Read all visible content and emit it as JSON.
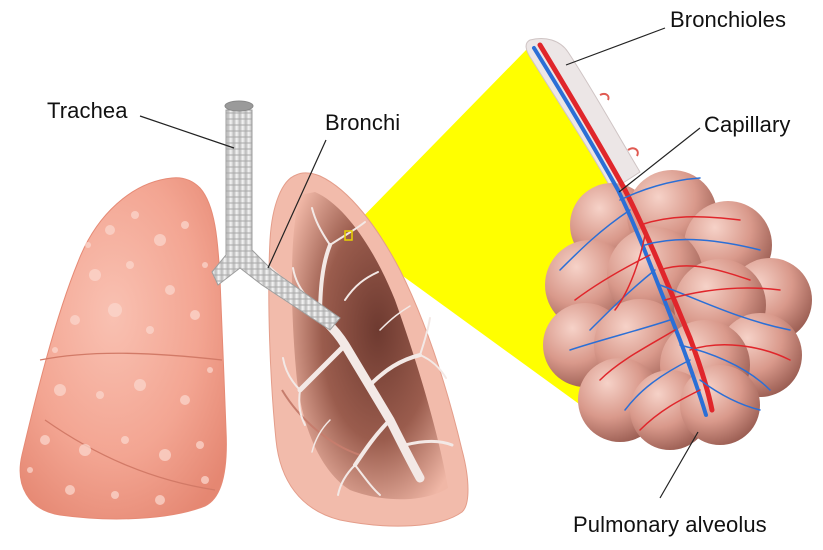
{
  "labels": {
    "trachea": "Trachea",
    "bronchi": "Bronchi",
    "bronchioles": "Bronchioles",
    "capillary": "Capillary",
    "alveolus": "Pulmonary alveolus"
  },
  "colors": {
    "lung_fill": "#f3a592",
    "lung_shade": "#e98d7a",
    "lung_highlight": "#fbd3c8",
    "cut_lung_fill": "#f1b9a9",
    "cut_lung_inner": "#8a5347",
    "trachea": "#e6e6e6",
    "zoom_beam": "#ffff00",
    "alveoli": "#d99a8e",
    "artery": "#e0262b",
    "vein": "#2b6fd6",
    "leader_line": "#222222"
  },
  "icons": {
    "left_lung": "left-lung-icon",
    "right_lung": "cut-right-lung-icon",
    "trachea": "trachea-icon",
    "zoom": "zoom-beam-icon",
    "alveoli": "alveoli-cluster-icon"
  }
}
